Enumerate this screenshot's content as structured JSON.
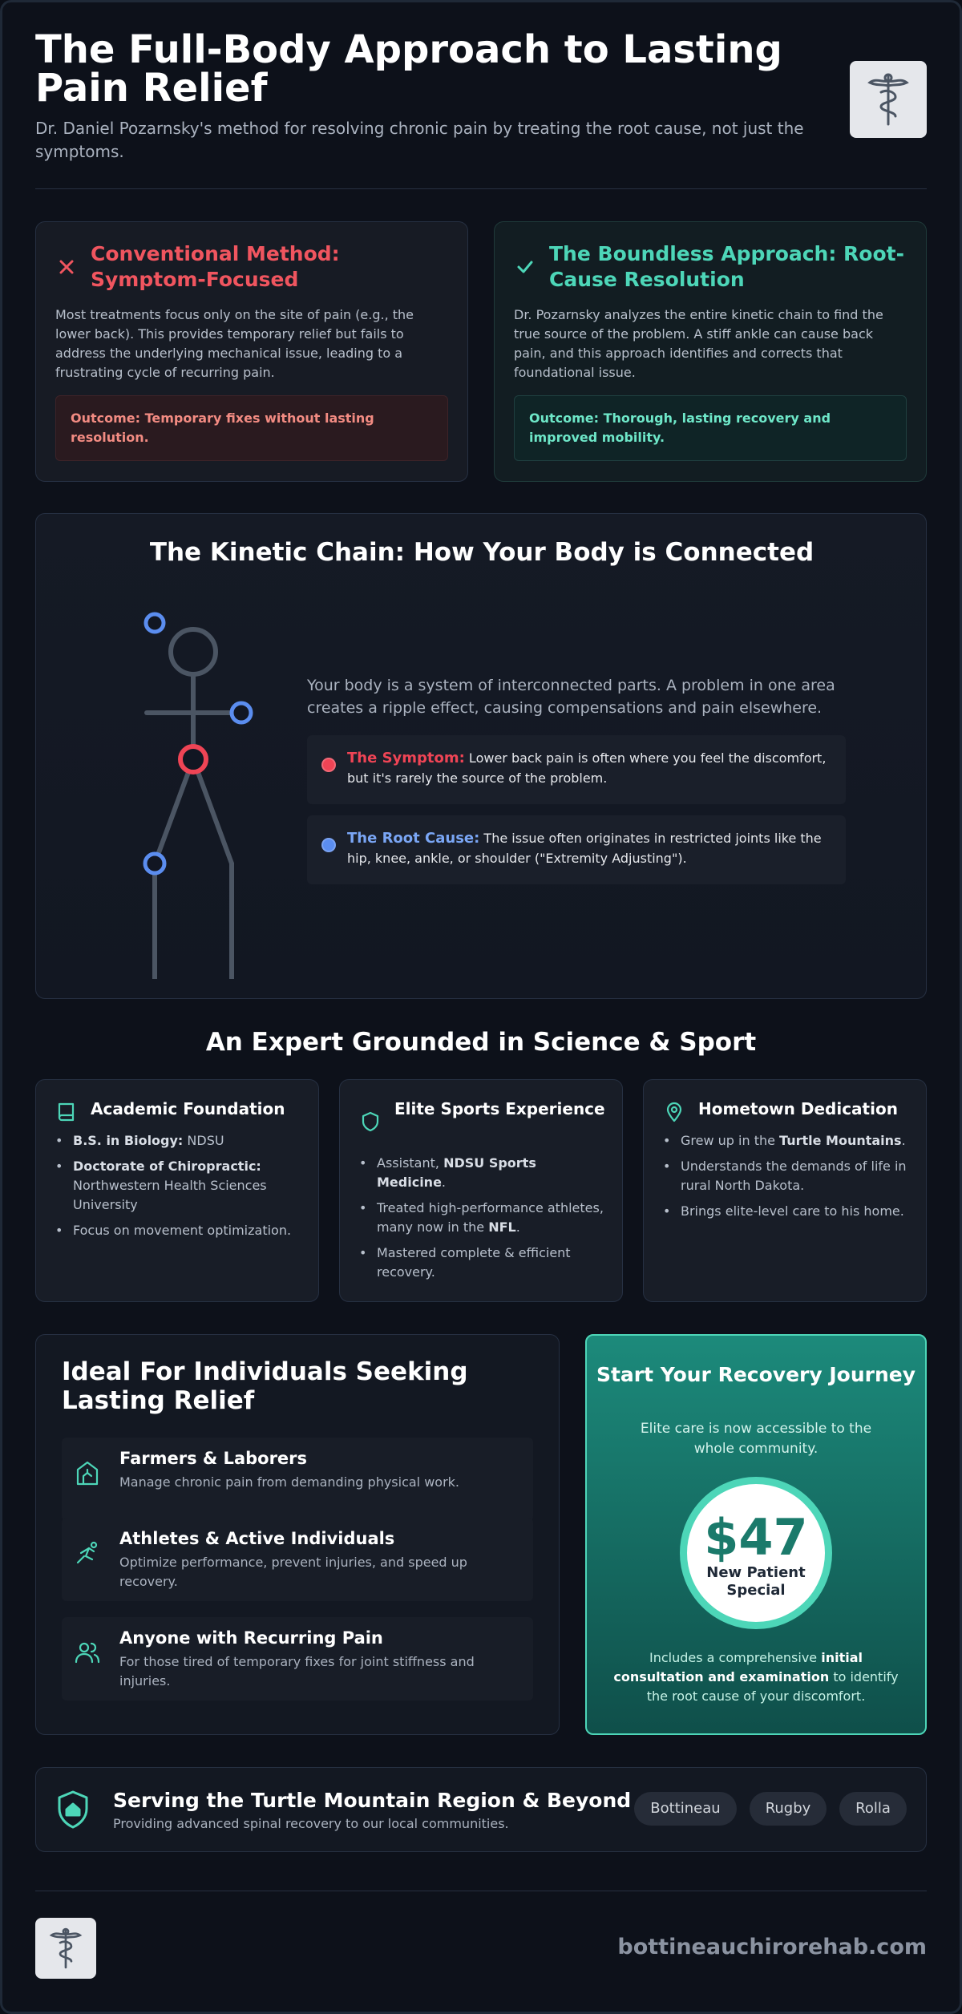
{
  "header": {
    "title": "The Full-Body Approach to Lasting Pain Relief",
    "subtitle": "Dr. Daniel Pozarnsky's method for resolving chronic pain by treating the root cause, not just the symptoms."
  },
  "comparison": {
    "conventional": {
      "icon": "x-icon",
      "title": "Conventional Method: Symptom-Focused",
      "body": "Most treatments focus only on the site of pain (e.g., the lower back). This provides temporary relief but fails to address the underlying mechanical issue, leading to a frustrating cycle of recurring pain.",
      "outcome": "Outcome: Temporary fixes without lasting resolution.",
      "color": "#f0555f"
    },
    "boundless": {
      "icon": "check-icon",
      "title": "The Boundless Approach: Root-Cause Resolution",
      "body": "Dr. Pozarnsky analyzes the entire kinetic chain to find the true source of the problem. A stiff ankle can cause back pain, and this approach identifies and corrects that foundational issue.",
      "outcome": "Outcome: Thorough, lasting recovery and improved mobility.",
      "color": "#4dd6b8"
    }
  },
  "kinetic": {
    "title": "The Kinetic Chain: How Your Body is Connected",
    "intro": "Your body is a system of interconnected parts. A problem in one area creates a ripple effect, causing compensations and pain elsewhere.",
    "symptom": {
      "label": "The Symptom:",
      "text": " Lower back pain is often where you feel the discomfort, but it's rarely the source of the problem.",
      "color": "#ef4455"
    },
    "root": {
      "label": "The Root Cause:",
      "text": " The issue often originates in restricted joints like the hip, knee, ankle, or shoulder (\"Extremity Adjusting\").",
      "color": "#5b8def"
    }
  },
  "expert": {
    "title": "An Expert Grounded in Science & Sport",
    "cards": [
      {
        "icon": "book-icon",
        "title": "Academic Foundation",
        "items": [
          {
            "bold": "B.S. in Biology:",
            "text": " NDSU"
          },
          {
            "bold": "Doctorate of Chiropractic:",
            "text": " Northwestern Health Sciences University"
          },
          {
            "bold": "",
            "text": "Focus on movement optimization."
          }
        ]
      },
      {
        "icon": "shield-icon",
        "title": "Elite Sports Experience",
        "items": [
          {
            "pre": "Assistant, ",
            "bold": "NDSU Sports Medicine",
            "text": "."
          },
          {
            "pre": "Treated high-performance athletes, many now in the ",
            "bold": "NFL",
            "text": "."
          },
          {
            "pre": "",
            "bold": "",
            "text": "Mastered complete & efficient recovery."
          }
        ]
      },
      {
        "icon": "map-pin-icon",
        "title": "Hometown Dedication",
        "items": [
          {
            "pre": "Grew up in the ",
            "bold": "Turtle Mountains",
            "text": "."
          },
          {
            "pre": "",
            "bold": "",
            "text": "Understands the demands of life in rural North Dakota."
          },
          {
            "pre": "",
            "bold": "",
            "text": "Brings elite-level care to his home."
          }
        ]
      }
    ]
  },
  "ideal": {
    "title": "Ideal For Individuals Seeking Lasting Relief",
    "items": [
      {
        "icon": "farm-icon",
        "title": "Farmers & Laborers",
        "desc": "Manage chronic pain from demanding physical work."
      },
      {
        "icon": "athlete-icon",
        "title": "Athletes & Active Individuals",
        "desc": "Optimize performance, prevent injuries, and speed up recovery."
      },
      {
        "icon": "users-icon",
        "title": "Anyone with Recurring Pain",
        "desc": "For those tired of temporary fixes for joint stiffness and injuries."
      }
    ]
  },
  "cta": {
    "title": "Start Your Recovery Journey",
    "subtitle": "Elite care is now accessible to the whole community.",
    "price": "$47",
    "price_label": "New Patient Special",
    "note_pre": "Includes a comprehensive ",
    "note_bold": "initial consultation and examination",
    "note_post": " to identify the root cause of your discomfort."
  },
  "region": {
    "title": "Serving the Turtle Mountain Region & Beyond",
    "subtitle": "Providing advanced spinal recovery to our local communities.",
    "towns": [
      "Bottineau",
      "Rugby",
      "Rolla"
    ]
  },
  "footer": {
    "url": "bottineauchirorehab.com"
  }
}
